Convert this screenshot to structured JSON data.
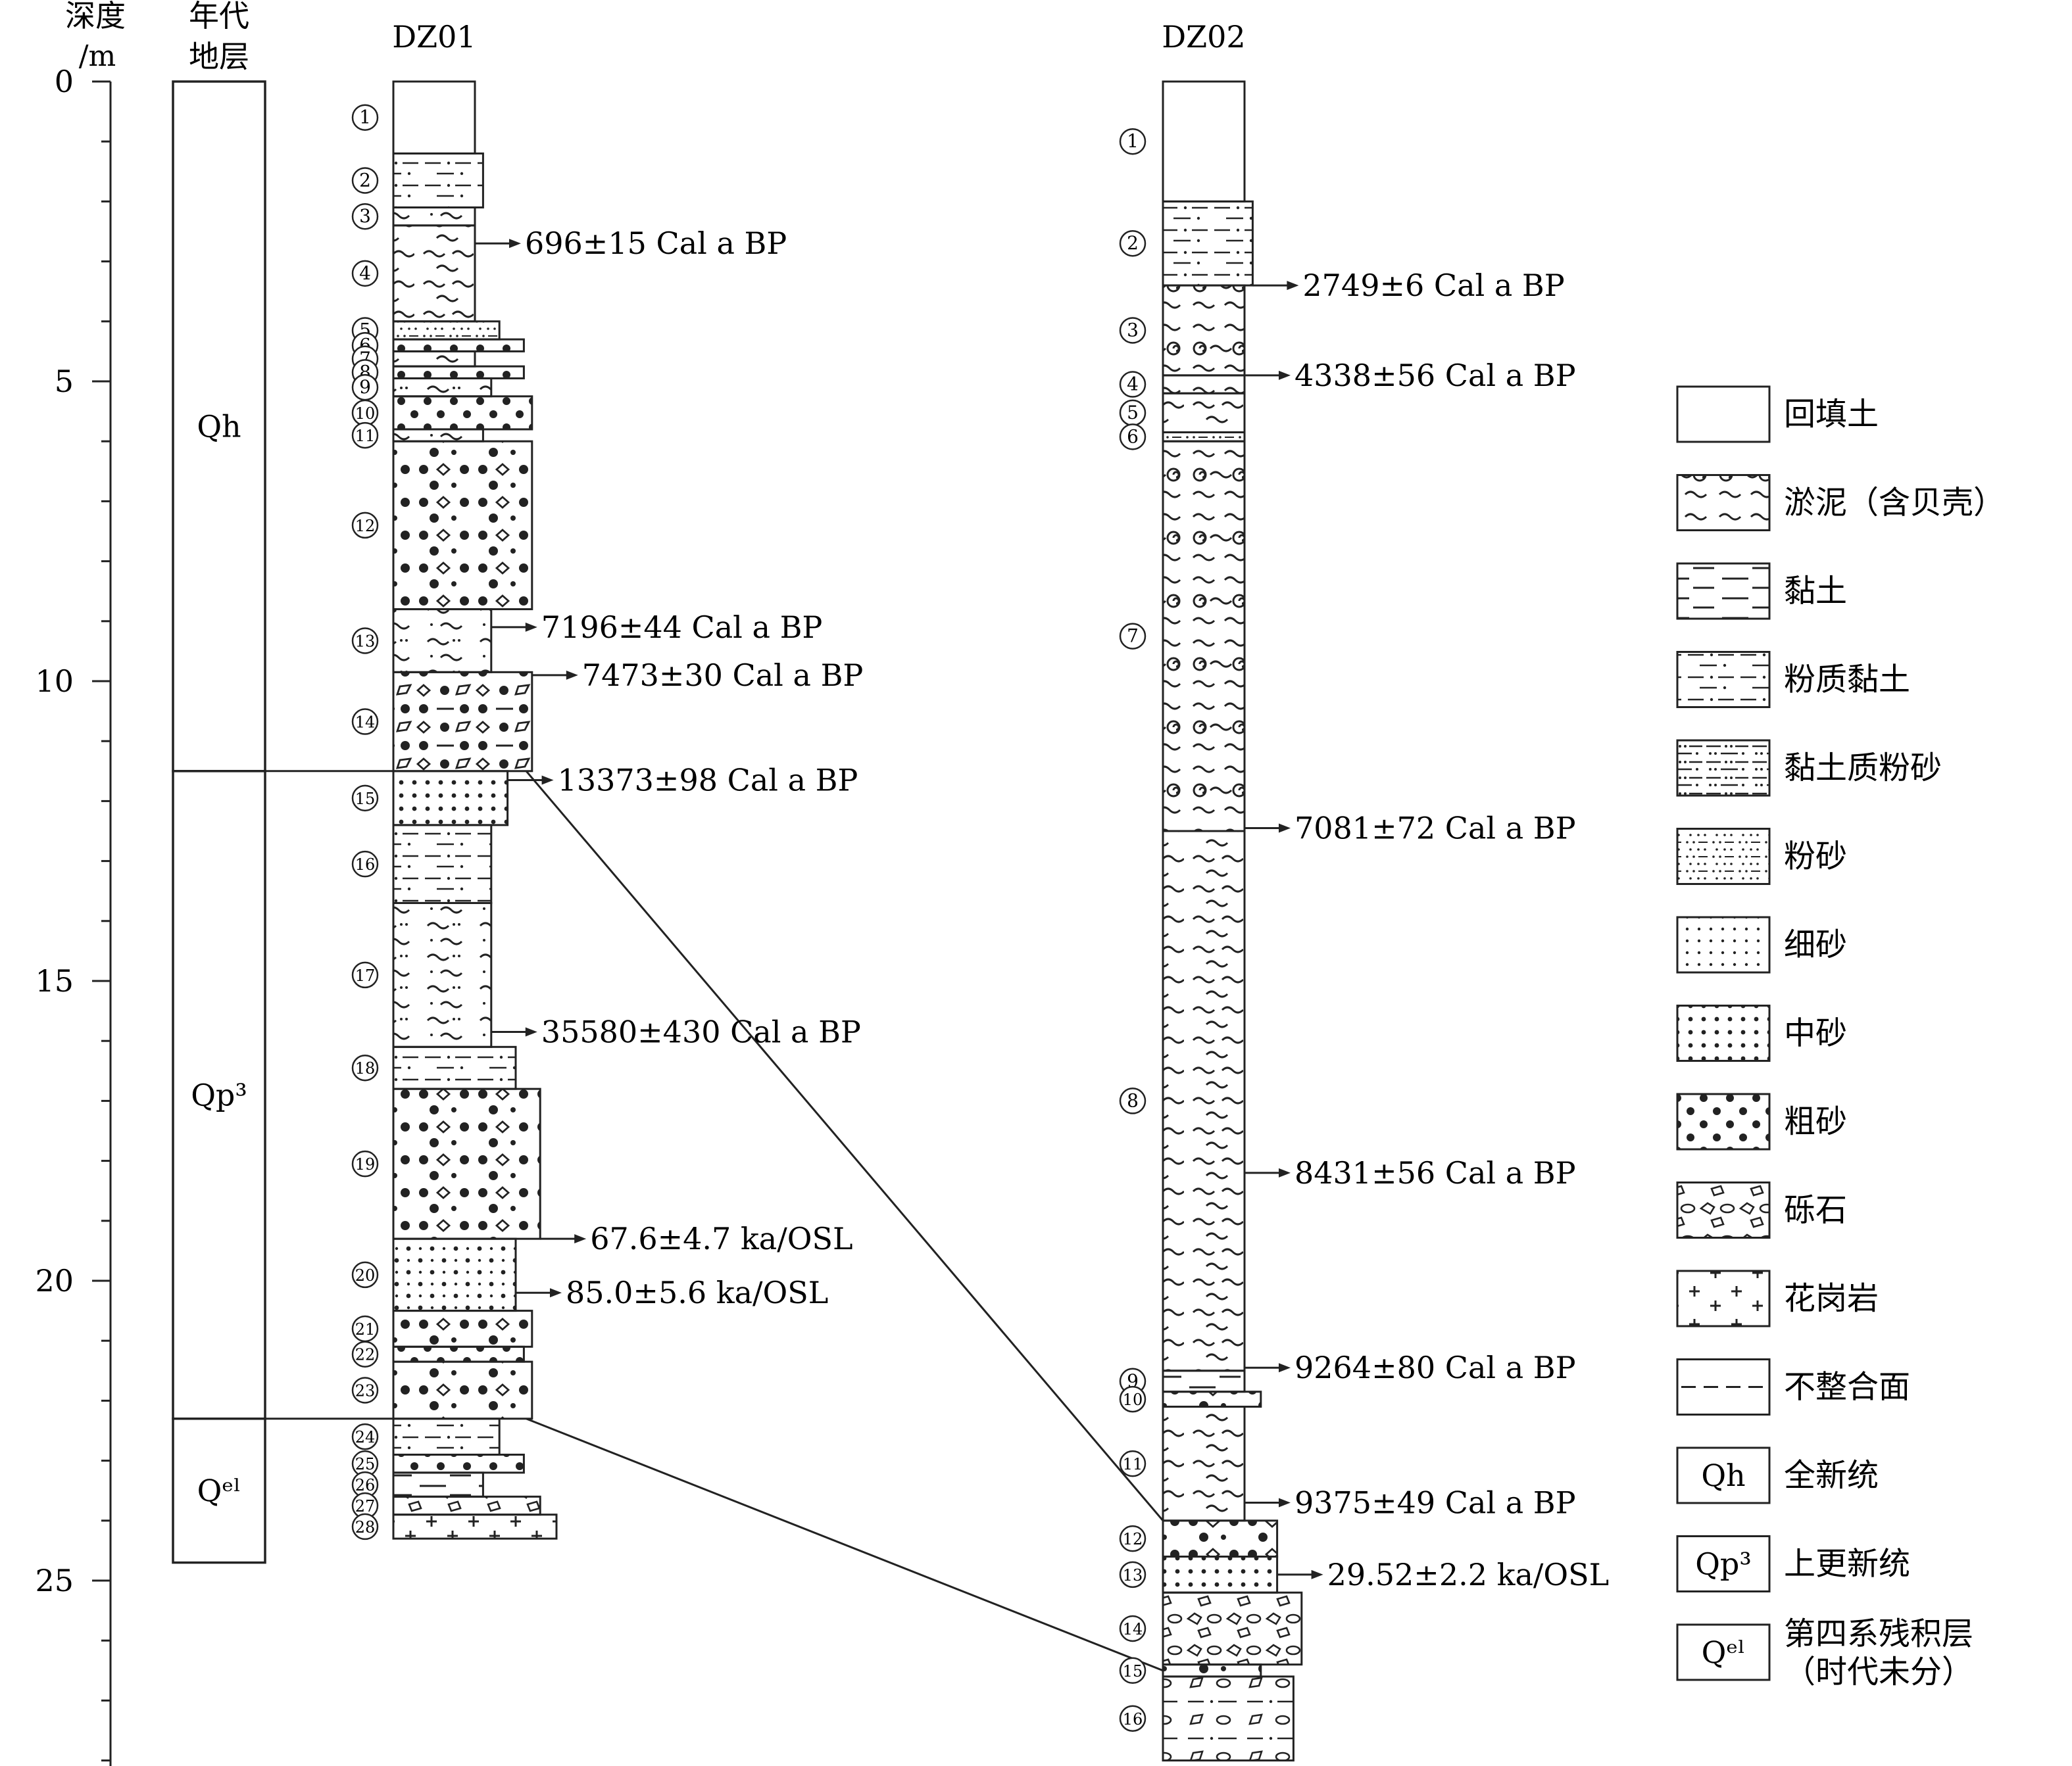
{
  "axis": {
    "label_line1": "深度",
    "label_line2": "/m",
    "ticks": [
      "0",
      "5",
      "10",
      "15",
      "20",
      "25"
    ]
  },
  "stratigraphy": {
    "header_line1": "年代",
    "header_line2": "地层",
    "units": [
      "Qh",
      "Qp³",
      "Qᵉˡ"
    ],
    "unit_depths": [
      [
        0,
        11.5
      ],
      [
        11.5,
        22.3
      ],
      [
        22.3,
        24.7
      ]
    ]
  },
  "dz01": {
    "title": "DZ01",
    "layers": [
      {
        "no": "1",
        "top": 0,
        "bottom": 1.2,
        "litho": "backfill",
        "w": 1
      },
      {
        "no": "2",
        "top": 1.2,
        "bottom": 2.1,
        "litho": "silty-clay",
        "w": 1.1
      },
      {
        "no": "3",
        "top": 2.1,
        "bottom": 2.4,
        "litho": "silt-mud",
        "w": 1
      },
      {
        "no": "4",
        "top": 2.4,
        "bottom": 4.0,
        "litho": "mud",
        "w": 1
      },
      {
        "no": "5",
        "top": 4.0,
        "bottom": 4.3,
        "litho": "silt",
        "w": 1.3
      },
      {
        "no": "6",
        "top": 4.3,
        "bottom": 4.5,
        "litho": "coarse-sand",
        "w": 1.6
      },
      {
        "no": "7",
        "top": 4.5,
        "bottom": 4.75,
        "litho": "mud",
        "w": 1
      },
      {
        "no": "8",
        "top": 4.75,
        "bottom": 4.95,
        "litho": "coarse-sand",
        "w": 1.6
      },
      {
        "no": "9",
        "top": 4.95,
        "bottom": 5.25,
        "litho": "silt-mud",
        "w": 1.2
      },
      {
        "no": "10",
        "top": 5.25,
        "bottom": 5.8,
        "litho": "coarse-sand",
        "w": 1.7
      },
      {
        "no": "11",
        "top": 5.8,
        "bottom": 6.0,
        "litho": "silt-mud",
        "w": 1.1
      },
      {
        "no": "12",
        "top": 6.0,
        "bottom": 8.8,
        "litho": "gravel-coarse",
        "w": 1.7
      },
      {
        "no": "13",
        "top": 8.8,
        "bottom": 9.85,
        "litho": "silt-mud",
        "w": 1.2
      },
      {
        "no": "14",
        "top": 9.85,
        "bottom": 11.5,
        "litho": "gravel-clay",
        "w": 1.7
      },
      {
        "no": "15",
        "top": 11.5,
        "bottom": 12.4,
        "litho": "medium-sand",
        "w": 1.4
      },
      {
        "no": "16",
        "top": 12.4,
        "bottom": 13.7,
        "litho": "silty-clay",
        "w": 1.2
      },
      {
        "no": "17",
        "top": 13.7,
        "bottom": 16.1,
        "litho": "silt-mud",
        "w": 1.2
      },
      {
        "no": "18",
        "top": 16.1,
        "bottom": 16.8,
        "litho": "silty-clay",
        "w": 1.5
      },
      {
        "no": "19",
        "top": 16.8,
        "bottom": 19.3,
        "litho": "gravel-coarse",
        "w": 1.8
      },
      {
        "no": "20",
        "top": 19.3,
        "bottom": 20.5,
        "litho": "fine-medium",
        "w": 1.5
      },
      {
        "no": "21",
        "top": 20.5,
        "bottom": 21.1,
        "litho": "gravel-coarse",
        "w": 1.7
      },
      {
        "no": "22",
        "top": 21.1,
        "bottom": 21.35,
        "litho": "coarse-sand",
        "w": 1.6
      },
      {
        "no": "23",
        "top": 21.35,
        "bottom": 22.3,
        "litho": "gravel-coarse",
        "w": 1.7
      },
      {
        "no": "24",
        "top": 22.3,
        "bottom": 22.9,
        "litho": "silty-clay",
        "w": 1.3
      },
      {
        "no": "25",
        "top": 22.9,
        "bottom": 23.2,
        "litho": "coarse-sand",
        "w": 1.6
      },
      {
        "no": "26",
        "top": 23.2,
        "bottom": 23.6,
        "litho": "clay",
        "w": 1.1
      },
      {
        "no": "27",
        "top": 23.6,
        "bottom": 23.9,
        "litho": "gravel",
        "w": 1.8
      },
      {
        "no": "28",
        "top": 23.9,
        "bottom": 24.3,
        "litho": "granite",
        "w": 2.0
      }
    ],
    "dates": [
      {
        "label": "696±15 Cal a BP",
        "depth": 2.7
      },
      {
        "label": "7196±44 Cal a BP",
        "depth": 9.1
      },
      {
        "label": "7473±30 Cal a BP",
        "depth": 9.9
      },
      {
        "label": "13373±98 Cal a BP",
        "depth": 11.65
      },
      {
        "label": "35580±430 Cal a BP",
        "depth": 15.85
      },
      {
        "label": "67.6±4.7 ka/OSL",
        "depth": 19.3
      },
      {
        "label": "85.0±5.6 ka/OSL",
        "depth": 20.2
      }
    ]
  },
  "dz02": {
    "title": "DZ02",
    "layers": [
      {
        "no": "1",
        "top": 0,
        "bottom": 2.0,
        "litho": "backfill",
        "w": 1
      },
      {
        "no": "2",
        "top": 2.0,
        "bottom": 3.4,
        "litho": "silty-clay",
        "w": 1.1
      },
      {
        "no": "3",
        "top": 3.4,
        "bottom": 4.9,
        "litho": "mud-shell",
        "w": 1
      },
      {
        "no": "4",
        "top": 4.9,
        "bottom": 5.2,
        "litho": "mud-shell",
        "w": 1
      },
      {
        "no": "5",
        "top": 5.2,
        "bottom": 5.85,
        "litho": "mud",
        "w": 1
      },
      {
        "no": "6",
        "top": 5.85,
        "bottom": 6.0,
        "litho": "silt",
        "w": 1
      },
      {
        "no": "7",
        "top": 6.0,
        "bottom": 12.5,
        "litho": "mud-shell",
        "w": 1
      },
      {
        "no": "8",
        "top": 12.5,
        "bottom": 21.5,
        "litho": "mud",
        "w": 1
      },
      {
        "no": "9",
        "top": 21.5,
        "bottom": 21.85,
        "litho": "clay",
        "w": 1
      },
      {
        "no": "10",
        "top": 21.85,
        "bottom": 22.1,
        "litho": "gravel-coarse",
        "w": 1.2
      },
      {
        "no": "11",
        "top": 22.1,
        "bottom": 24.0,
        "litho": "mud",
        "w": 1
      },
      {
        "no": "12",
        "top": 24.0,
        "bottom": 24.6,
        "litho": "gravel-coarse",
        "w": 1.4
      },
      {
        "no": "13",
        "top": 24.6,
        "bottom": 25.2,
        "litho": "medium-sand",
        "w": 1.4
      },
      {
        "no": "14",
        "top": 25.2,
        "bottom": 26.4,
        "litho": "gravel",
        "w": 1.7
      },
      {
        "no": "15",
        "top": 26.4,
        "bottom": 26.6,
        "litho": "gravel-coarse",
        "w": 1.2
      },
      {
        "no": "16",
        "top": 26.6,
        "bottom": 28.0,
        "litho": "silty-clay-gravel",
        "w": 1.6
      }
    ],
    "dates": [
      {
        "label": "2749±6 Cal a BP",
        "depth": 3.4
      },
      {
        "label": "4338±56 Cal a BP",
        "depth": 4.9
      },
      {
        "label": "7081±72 Cal a BP",
        "depth": 12.45
      },
      {
        "label": "8431±56 Cal a BP",
        "depth": 18.2
      },
      {
        "label": "9264±80 Cal a BP",
        "depth": 21.45
      },
      {
        "label": "9375±49 Cal a BP",
        "depth": 23.7
      },
      {
        "label": "29.52±2.2 ka/OSL",
        "depth": 24.9
      }
    ]
  },
  "correlations": [
    {
      "from": 11.5,
      "to": 24.0
    },
    {
      "from": 22.3,
      "to": 26.5
    }
  ],
  "legend": [
    {
      "pattern": "backfill",
      "label": "回填土"
    },
    {
      "pattern": "mud-shell",
      "label": "淤泥（含贝壳）"
    },
    {
      "pattern": "clay",
      "label": "黏土"
    },
    {
      "pattern": "silty-clay",
      "label": "粉质黏土"
    },
    {
      "pattern": "clayey-silt",
      "label": "黏土质粉砂"
    },
    {
      "pattern": "silt",
      "label": "粉砂"
    },
    {
      "pattern": "fine-sand",
      "label": "细砂"
    },
    {
      "pattern": "medium-sand",
      "label": "中砂"
    },
    {
      "pattern": "coarse-sand",
      "label": "粗砂"
    },
    {
      "pattern": "gravel",
      "label": "砾石"
    },
    {
      "pattern": "granite",
      "label": "花岗岩"
    },
    {
      "pattern": "unconformity",
      "label": "不整合面"
    },
    {
      "pattern": "text",
      "box_text": "Qh",
      "label": "全新统"
    },
    {
      "pattern": "text",
      "box_text": "Qp³",
      "label": "上更新统"
    },
    {
      "pattern": "text",
      "box_text": "Qᵉˡ",
      "label": "第四系残积层",
      "label2": "（时代未分）"
    }
  ]
}
